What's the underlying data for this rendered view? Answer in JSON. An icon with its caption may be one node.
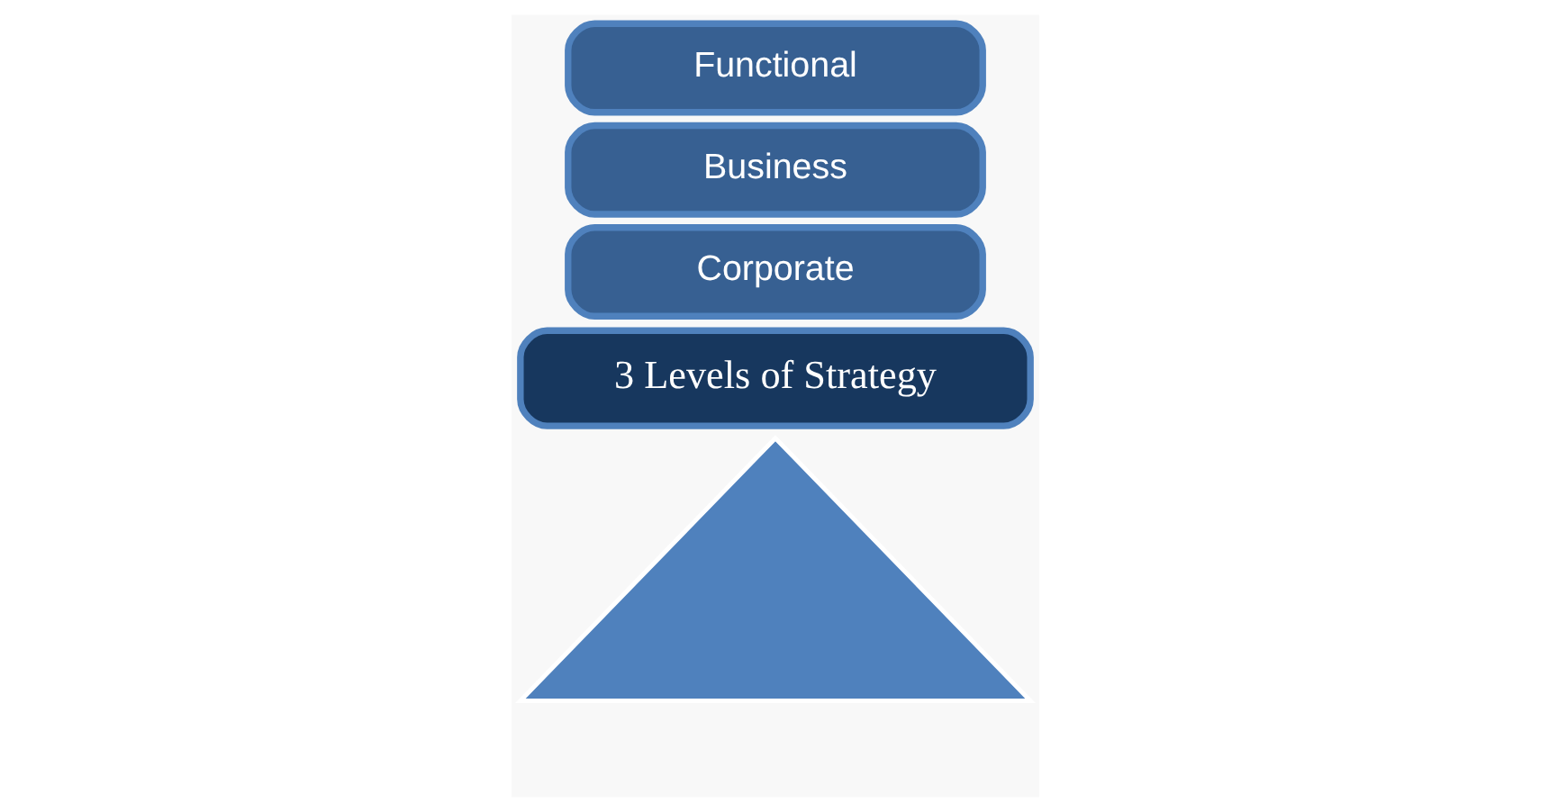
{
  "diagram": {
    "nodes": [
      {
        "text": [],
        "shape": "triangle"
      },
      {
        "text": [
          "3 Levels of Strategy"
        ]
      },
      {
        "text": [
          "Corporate"
        ]
      },
      {
        "text": [
          "Business"
        ]
      },
      {
        "text": [
          "Functional"
        ]
      }
    ],
    "edges": []
  }
}
